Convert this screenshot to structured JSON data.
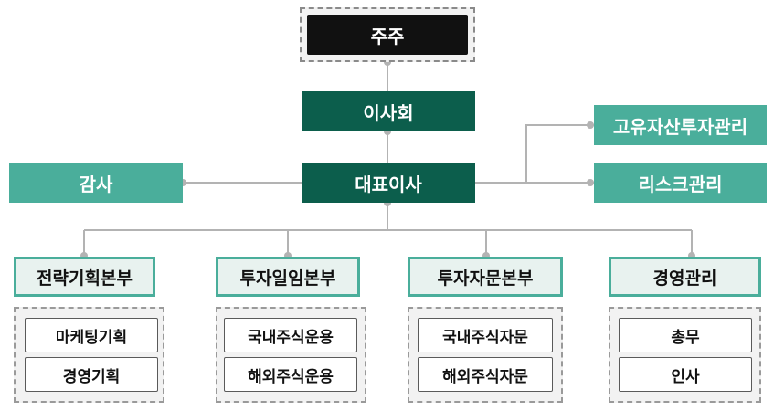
{
  "colors": {
    "dark_green": "#0c5e4c",
    "teal": "#4aae9b",
    "light_mint": "#e8f2ef",
    "black": "#111111",
    "connector": "#b3b3b3"
  },
  "chart": {
    "shareholders": "주주",
    "board": "이사회",
    "ceo": "대표이사",
    "audit": "감사",
    "proprietary": "고유자산투자관리",
    "risk": "리스크관리",
    "divisions": [
      {
        "label": "전략기획본부",
        "teams": [
          "마케팅기획",
          "경영기획"
        ]
      },
      {
        "label": "투자일임본부",
        "teams": [
          "국내주식운용",
          "해외주식운용"
        ]
      },
      {
        "label": "투자자문본부",
        "teams": [
          "국내주식자문",
          "해외주식자문"
        ]
      },
      {
        "label": "경영관리",
        "teams": [
          "총무",
          "인사"
        ]
      }
    ]
  }
}
